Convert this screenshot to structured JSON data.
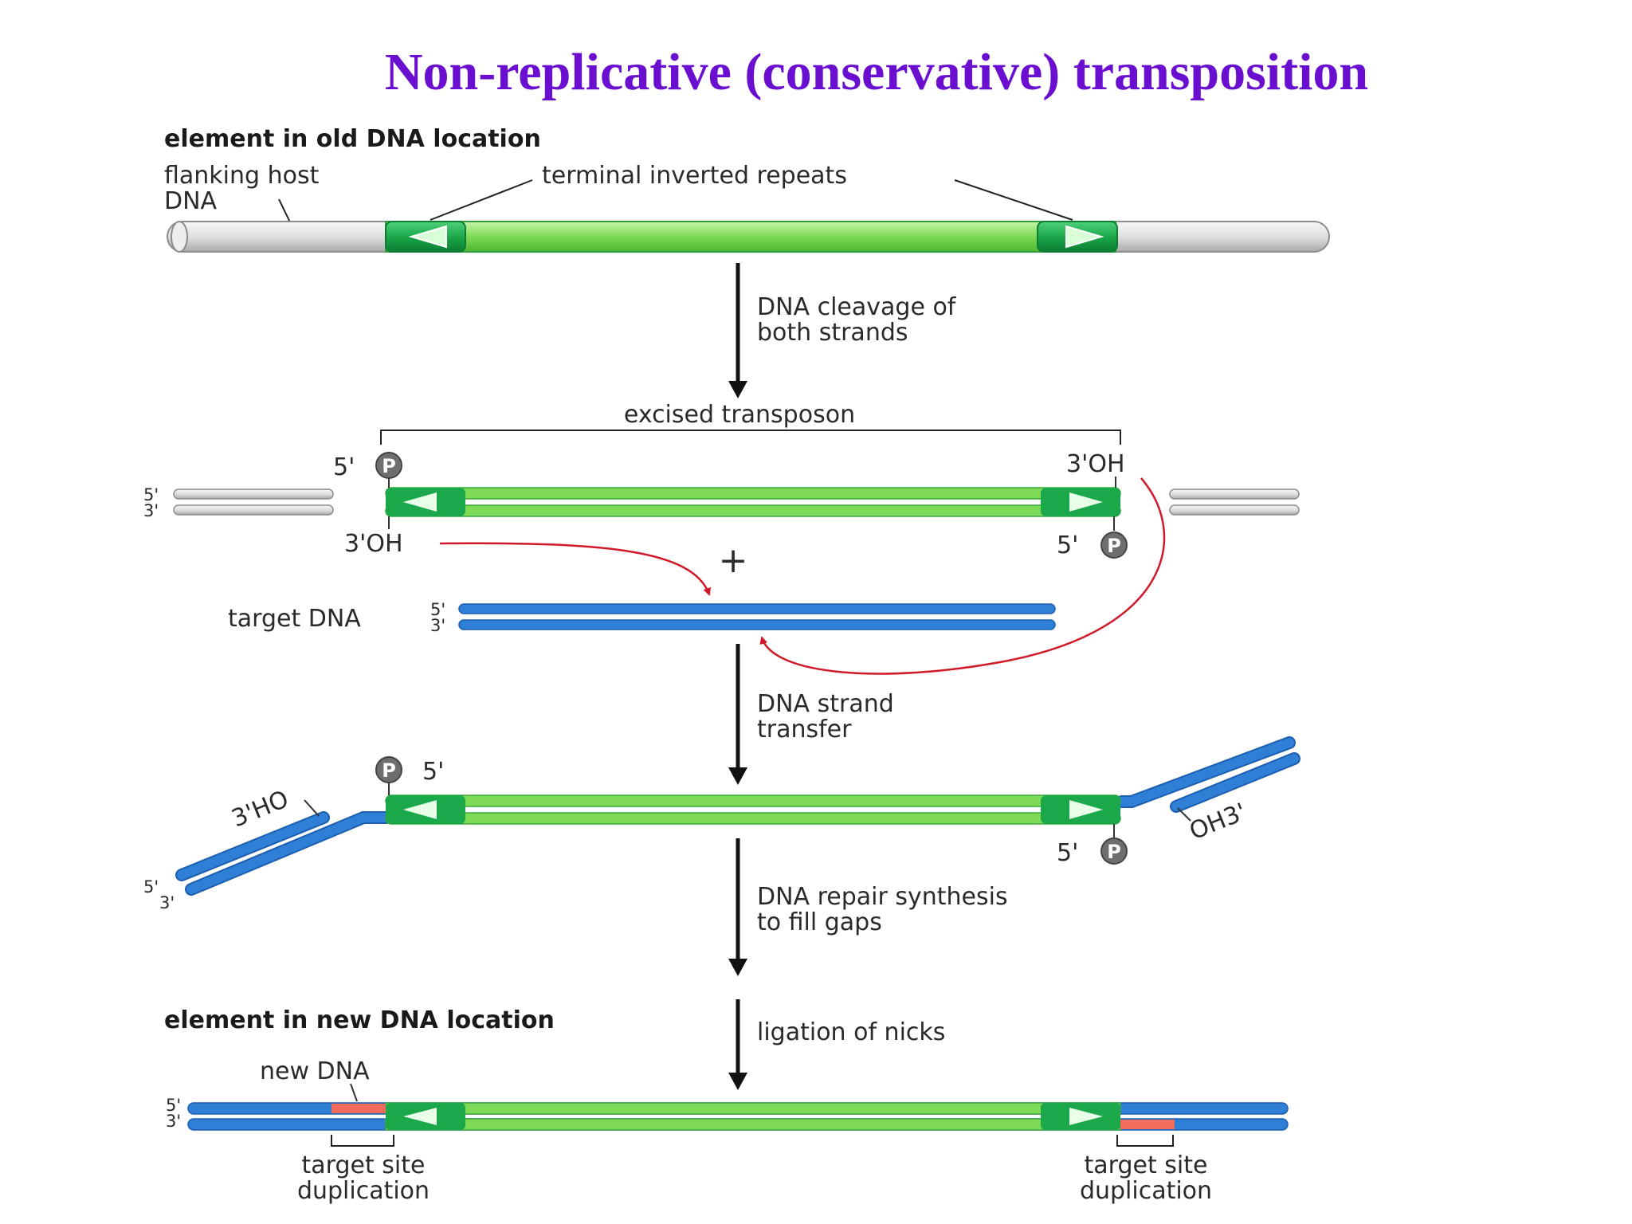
{
  "title": "Non-replicative (conservative) transposition",
  "labels": {
    "element_old": "element in old DNA location",
    "flanking_line1": "flanking host",
    "flanking_line2": "DNA",
    "tir": "terminal inverted repeats",
    "cleavage_line1": "DNA cleavage of",
    "cleavage_line2": "both strands",
    "excised": "excised transposon",
    "five_prime": "5'",
    "three_prime": "3'",
    "three_oh": "3'OH",
    "p": "P",
    "plus": "+",
    "target_dna": "target DNA",
    "transfer_line1": "DNA strand",
    "transfer_line2": "transfer",
    "three_ho": "3'HO",
    "oh_three": "OH3'",
    "repair_line1": "DNA repair synthesis",
    "repair_line2": "to fill gaps",
    "element_new": "element in new DNA location",
    "ligation": "ligation of nicks",
    "new_dna": "new DNA",
    "tsd_line1": "target site",
    "tsd_line2": "duplication"
  },
  "colors": {
    "title": "#6a0fd0",
    "transposon": "#7ed957",
    "repeat": "#1aa84a",
    "host_dna": "#d9d9d9",
    "target_dna": "#2f7fd6",
    "new_dna": "#f26b5b",
    "arrow": "#111111",
    "transfer_arrow": "#d01a2a",
    "phosphate": "#6e6e6e"
  }
}
